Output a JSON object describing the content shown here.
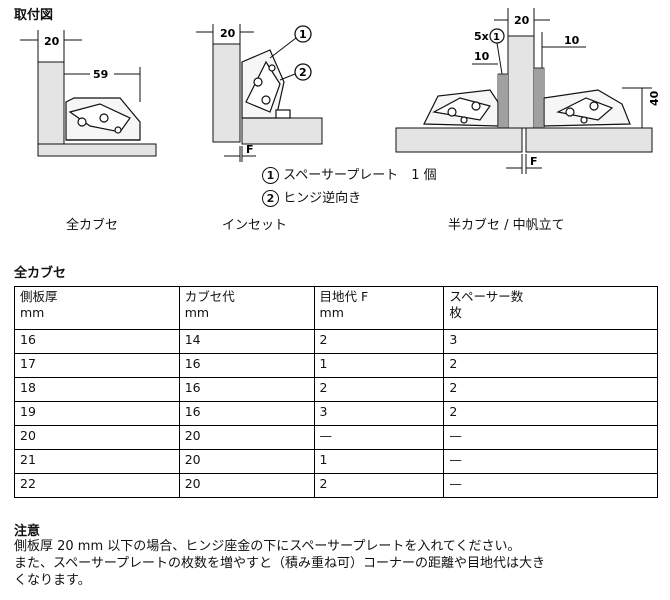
{
  "title": "取付図",
  "diagrams": {
    "full_overlay": {
      "caption": "全カブセ",
      "dim_panel": "20",
      "dim_offset": "59"
    },
    "inset": {
      "caption": "インセット",
      "dim_panel": "20",
      "callout_1": "1",
      "callout_2": "2",
      "gap_label": "F"
    },
    "half_overlay": {
      "caption": "半カブセ / 中帆立て",
      "dim_panel": "20",
      "spacer_label": "5x",
      "callout_1": "1",
      "dim_10_left": "10",
      "dim_10_right": "10",
      "dim_40": "40",
      "gap_label": "F"
    }
  },
  "legend": [
    {
      "num": "1",
      "text": "スペーサープレート　1 個"
    },
    {
      "num": "2",
      "text": "ヒンジ逆向き"
    }
  ],
  "table": {
    "title": "全カブセ",
    "headers": [
      {
        "line1": "側板厚",
        "line2": "mm"
      },
      {
        "line1": "カブセ代",
        "line2": "mm"
      },
      {
        "line1": "目地代 F",
        "line2": "mm"
      },
      {
        "line1": "スペーサー数",
        "line2": "枚"
      }
    ],
    "rows": [
      [
        "16",
        "14",
        "2",
        "3"
      ],
      [
        "17",
        "16",
        "1",
        "2"
      ],
      [
        "18",
        "16",
        "2",
        "2"
      ],
      [
        "19",
        "16",
        "3",
        "2"
      ],
      [
        "20",
        "20",
        "—",
        "—"
      ],
      [
        "21",
        "20",
        "1",
        "—"
      ],
      [
        "22",
        "20",
        "2",
        "—"
      ]
    ]
  },
  "note": {
    "title": "注意",
    "line1": "側板厚 20 mm 以下の場合、ヒンジ座金の下にスペーサープレートを入れてください。",
    "line2": "また、スペーサープレートの枚数を増やすと（積み重ね可）コーナーの距離や目地代は大き",
    "line3": "くなります。"
  },
  "colors": {
    "panel_fill": "#e4e4e4",
    "line": "#111111"
  }
}
